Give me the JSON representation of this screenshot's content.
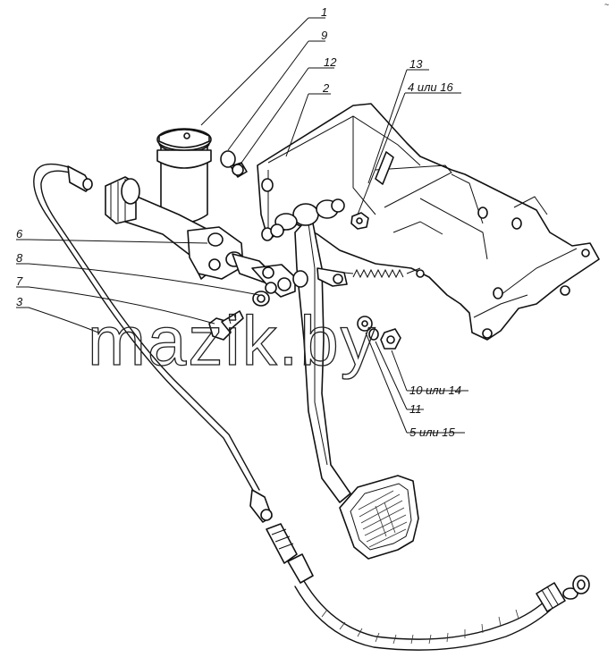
{
  "watermark": "mazik.by",
  "corner_mark": "~",
  "callouts": [
    {
      "id": "c1",
      "text": "1"
    },
    {
      "id": "c9",
      "text": "9"
    },
    {
      "id": "c12",
      "text": "12"
    },
    {
      "id": "c2",
      "text": "2"
    },
    {
      "id": "c13",
      "text": "13"
    },
    {
      "id": "c4",
      "text": "4 или 16"
    },
    {
      "id": "c6",
      "text": "6"
    },
    {
      "id": "c8",
      "text": "8"
    },
    {
      "id": "c7",
      "text": "7"
    },
    {
      "id": "c3",
      "text": "3"
    },
    {
      "id": "c10",
      "text": "10 или 14"
    },
    {
      "id": "c11",
      "text": "11"
    },
    {
      "id": "c5",
      "text": "5 или 15"
    }
  ]
}
